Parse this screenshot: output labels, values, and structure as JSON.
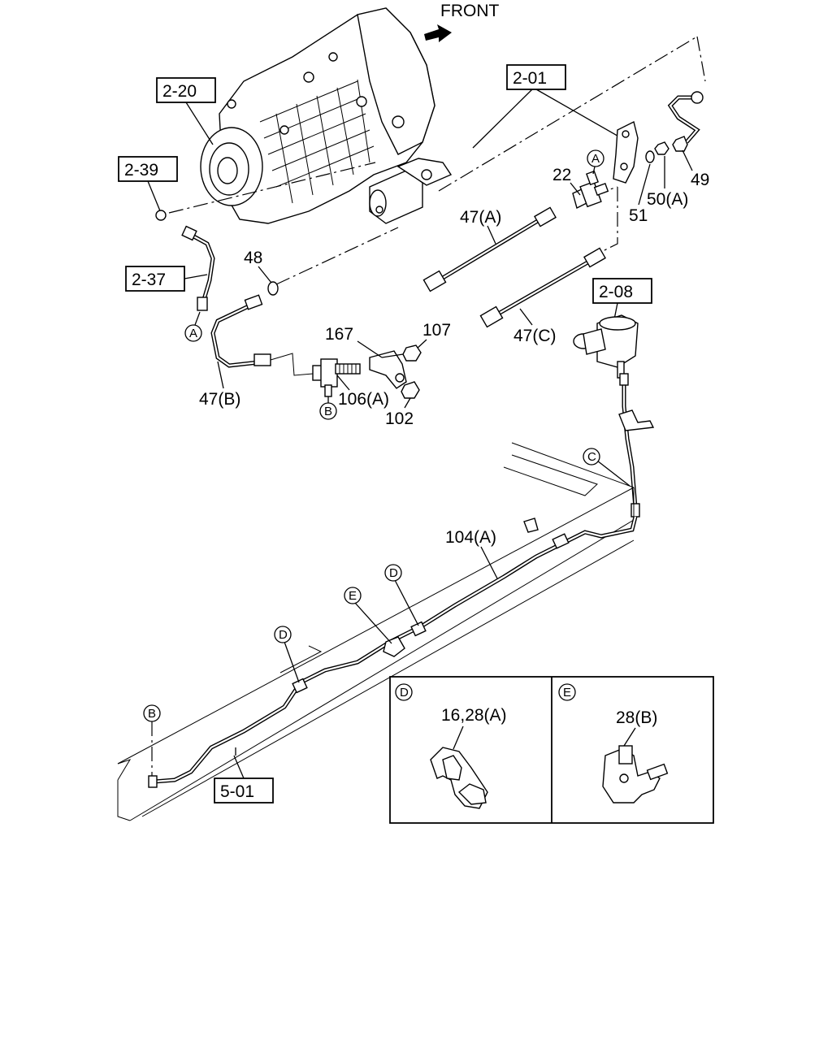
{
  "header": {
    "front_label": "FRONT"
  },
  "group_refs": {
    "r220": "2-20",
    "r239": "2-39",
    "r237": "2-37",
    "r201": "2-01",
    "r208": "2-08",
    "r501": "5-01"
  },
  "part_numbers": {
    "p22": "22",
    "p47a": "47(A)",
    "p47b": "47(B)",
    "p47c": "47(C)",
    "p48": "48",
    "p49": "49",
    "p50a": "50(A)",
    "p51": "51",
    "p102": "102",
    "p104a": "104(A)",
    "p106a": "106(A)",
    "p107": "107",
    "p167": "167"
  },
  "connection_markers": {
    "a1": "A",
    "a2": "A",
    "b1": "B",
    "b2": "B",
    "c1": "C",
    "d1": "D",
    "d2": "D",
    "e1": "E"
  },
  "detail_views": {
    "d": {
      "marker": "D",
      "parts": "16,28(A)"
    },
    "e": {
      "marker": "E",
      "parts": "28(B)"
    }
  },
  "icons": [
    "front-arrow-icon",
    "transmission-illustration",
    "clutch-master-cylinder-illustration",
    "frame-rail-illustration",
    "clip-illustration",
    "bracket-clip-illustration"
  ]
}
